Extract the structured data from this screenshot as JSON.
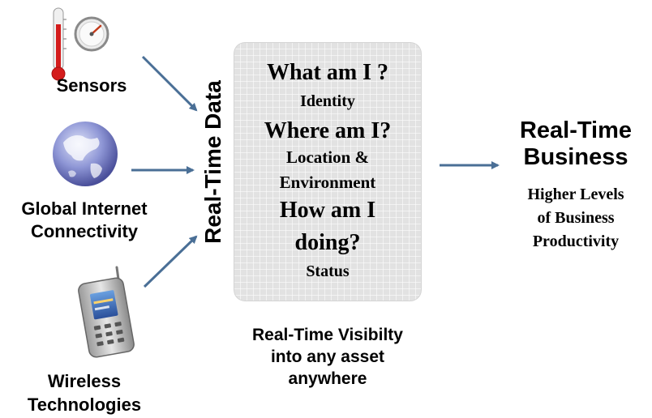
{
  "sources": {
    "sensors": "Sensors",
    "global_internet": "Global Internet\nConnectivity",
    "wireless": "Wireless\nTechnologies"
  },
  "vertical_label": "Real-Time Data",
  "center_box": {
    "what_am_i": "What am I ?",
    "identity": "Identity",
    "where_am_i": "Where am I?",
    "location": "Location &",
    "environment": "Environment",
    "how_am_i": "How am I",
    "doing": "doing?",
    "status": "Status"
  },
  "bottom_caption": "Real-Time Visibilty\ninto any asset\nanywhere",
  "output": {
    "title": "Real-Time\nBusiness",
    "subtitle": "Higher Levels\nof Business\nProductivity"
  },
  "colors": {
    "arrow": "#4a6f96",
    "box_fill": "#e2e2e2",
    "thermometer_red": "#d41c1c"
  },
  "icons": [
    "thermometer-icon",
    "gauge-icon",
    "globe-icon",
    "cell-phone-icon"
  ]
}
